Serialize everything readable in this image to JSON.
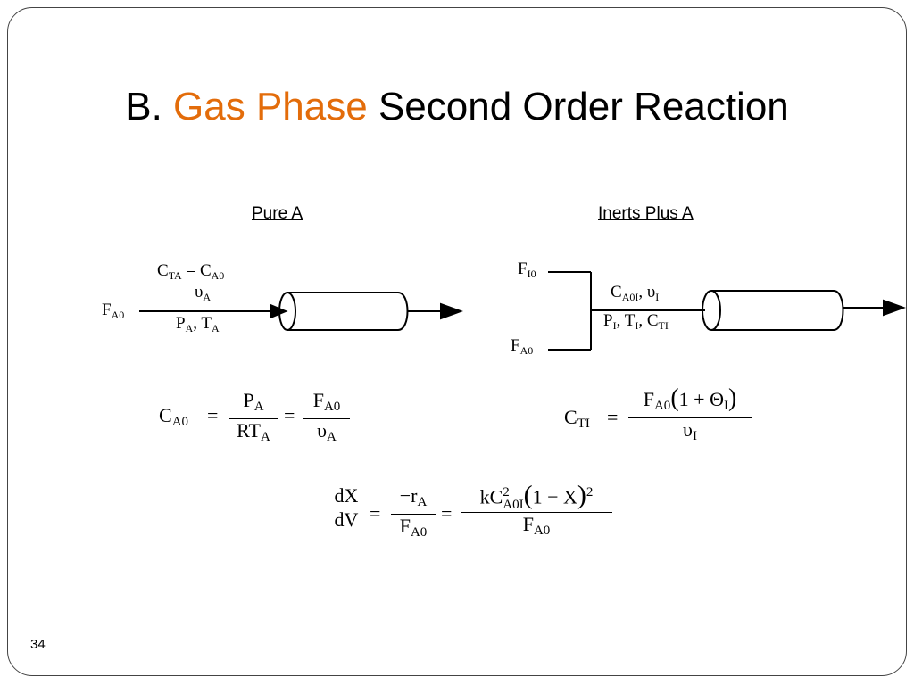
{
  "slide": {
    "title_prefix": "B.",
    "title_highlight": "Gas Phase",
    "title_rest": "Second Order Reaction",
    "page_number": "34",
    "accent_color": "#e36c0a"
  },
  "left": {
    "heading": "Pure A",
    "diagram": {
      "inlet_flow": {
        "F": "F",
        "F_sub": "A0"
      },
      "stream_line1": {
        "a": "C",
        "a_sub": "TA",
        "eq": " = ",
        "b": "C",
        "b_sub": "A0"
      },
      "stream_line2": {
        "a": "υ",
        "a_sub": "A"
      },
      "stream_line3": {
        "a": "P",
        "a_sub": "A",
        "sep": ", ",
        "b": "T",
        "b_sub": "A"
      }
    },
    "equation": {
      "lhs": "C",
      "lhs_sub": "A0",
      "eq1": "=",
      "frac1_num": "P",
      "frac1_num_sub": "A",
      "frac1_den": "RT",
      "frac1_den_sub": "A",
      "eq2": "=",
      "frac2_num": "F",
      "frac2_num_sub": "A0",
      "frac2_den": "υ",
      "frac2_den_sub": "A"
    }
  },
  "right": {
    "heading": "Inerts Plus A",
    "diagram": {
      "inert_inlet": {
        "F": "F",
        "F_sub": "I0"
      },
      "a_inlet": {
        "F": "F",
        "F_sub": "A0"
      },
      "stream_line1": {
        "a": "C",
        "a_sub": "A0I",
        "sep": ", ",
        "b": "υ",
        "b_sub": "I"
      },
      "stream_line2": {
        "a": "P",
        "a_sub": "I",
        "sep1": ", ",
        "b": "T",
        "b_sub": "I",
        "sep2": ", ",
        "c": "C",
        "c_sub": "TI"
      }
    },
    "equation": {
      "lhs": "C",
      "lhs_sub": "TI",
      "eq": "=",
      "num_F": "F",
      "num_F_sub": "A0",
      "num_open": "(",
      "num_one": "1",
      "num_plus": " + ",
      "num_theta": "Θ",
      "num_theta_sub": "I",
      "num_close": ")",
      "den": "υ",
      "den_sub": "I"
    }
  },
  "design_equation": {
    "frac1_num": "dX",
    "frac1_den": "dV",
    "eq1": "=",
    "frac2_num": "−r",
    "frac2_num_sub": "A",
    "frac2_den": "F",
    "frac2_den_sub": "A0",
    "eq2": "=",
    "frac3_num_k": "kC",
    "frac3_num_sup": "2",
    "frac3_num_sub": "A0I",
    "frac3_num_open": "(",
    "frac3_num_inner": "1 − X",
    "frac3_num_close": ")",
    "frac3_num_power": "2",
    "frac3_den": "F",
    "frac3_den_sub": "A0"
  }
}
